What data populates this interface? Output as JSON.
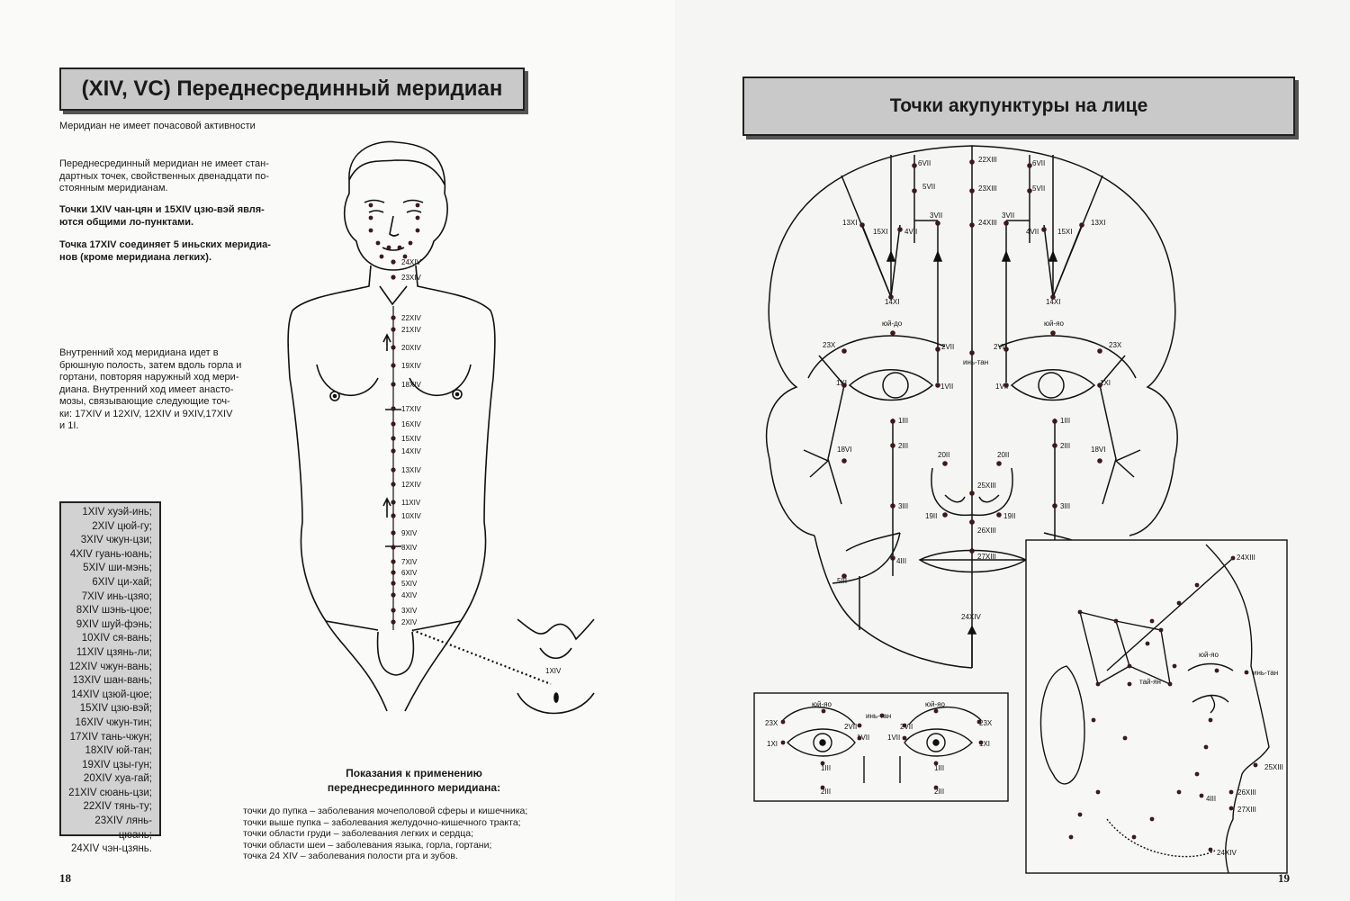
{
  "left": {
    "title": "(XIV, VC) Переднесрединный меридиан",
    "subtitle": "Меридиан не имеет почасовой активности",
    "para1": [
      "Переднесрединный меридиан не имеет стан-",
      "дартных точек, свойственных двенадцати по-",
      "стоянным меридианам."
    ],
    "para2": [
      "Точки 1XIV чан-цян и 15XIV цзю-вэй явля-",
      "ются общими ло-пунктами."
    ],
    "para3": [
      "Точка 17XIV соединяет 5 иньских меридиа-",
      "нов (кроме меридиана легких)."
    ],
    "para4": [
      "Внутренний ход меридиана идет в",
      "брюшную полость, затем вдоль горла и",
      "гортани, повторяя наружный ход мери-",
      "диана. Внутренний ход имеет анасто-",
      "мозы, связывающие следующие точ-",
      "ки: 17XIV и 12XIV, 12XIV и 9XIV,17XIV",
      "и 1I."
    ],
    "points_list": [
      "1XIV хуэй-инь;",
      "2XIV цюй-гу;",
      "3XIV чжун-цзи;",
      "4XIV гуань-юань;",
      "5XIV ши-мэнь;",
      "6XIV ци-хай;",
      "7XIV инь-цзяо;",
      "8XIV шэнь-цюе;",
      "9XIV шуй-фэнь;",
      "10XIV ся-вань;",
      "11XIV цзянь-ли;",
      "12XIV чжун-вань;",
      "13XIV шан-вань;",
      "14XIV цзюй-цюе;",
      "15XIV цзю-вэй;",
      "16XIV чжун-тин;",
      "17XIV тань-чжун;",
      "18XIV юй-тан;",
      "19XIV цзы-гун;",
      "20XIV хуа-гай;",
      "21XIV сюань-цзи;",
      "22XIV тянь-ту;",
      "23XIV лянь-цюань;",
      "24XIV чэн-цзянь."
    ],
    "indications_title": [
      "Показания к применению",
      "переднесрединного меридиана:"
    ],
    "indications": [
      "точки до пупка – заболевания мочеполовой сферы и кишечника;",
      "точки выше пупка – заболевания желудочно-кишечного тракта;",
      "точки области груди – заболевания легких и сердца;",
      "точки области шеи – заболевания языка, горла, гортани;",
      "точка 24 XIV – заболевания полости рта и зубов."
    ],
    "body_labels": [
      "24XIV",
      "23XIV",
      "22XIV",
      "21XIV",
      "20XIV",
      "19XIV",
      "18XIV",
      "17XIV",
      "16XIV",
      "15XIV",
      "14XIV",
      "13XIV",
      "12XIV",
      "11XIV",
      "10XIV",
      "9XIV",
      "8XIV",
      "7XIV",
      "6XIV",
      "5XIV",
      "4XIV",
      "3XIV",
      "2XIV",
      "1XIV"
    ],
    "page_number": "18"
  },
  "right": {
    "title": "Точки акупунктуры на лице",
    "face_labels": {
      "top": [
        "6VII",
        "5VII",
        "22XIII",
        "23XIII",
        "6VII",
        "5VII",
        "3VII",
        "3VII",
        "13XI",
        "15XI",
        "4VII",
        "24XIII",
        "4VII",
        "15XI",
        "13XI",
        "14XI",
        "14XI"
      ],
      "brow": [
        "юй-до",
        "юй-яо",
        "23X",
        "2VII",
        "2VII",
        "23X",
        "инь-тан"
      ],
      "eyes": [
        "1XI",
        "1VII",
        "1VII",
        "1XI"
      ],
      "cheek": [
        "1III",
        "1III",
        "2III",
        "2III",
        "18VI",
        "18VI",
        "20II",
        "20II",
        "25XIII",
        "3III",
        "3III",
        "19II",
        "19II",
        "26XIII",
        "4III",
        "27XIII",
        "5III",
        "24XIV"
      ]
    },
    "inset_eyes": {
      "labels": [
        "юй-яо",
        "инь-тан",
        "юй-яо",
        "23X",
        "2VII",
        "2VII",
        "23X",
        "1XI",
        "1VII",
        "1VII",
        "1XI",
        "1III",
        "1III",
        "2III",
        "2III"
      ]
    },
    "inset_profile": {
      "labels": [
        "24XIII",
        "юй-яо",
        "инь-тан",
        "тай-ян",
        "25XIII",
        "26XIII",
        "4III",
        "27XIII",
        "24XIV"
      ]
    },
    "page_number": "19"
  }
}
